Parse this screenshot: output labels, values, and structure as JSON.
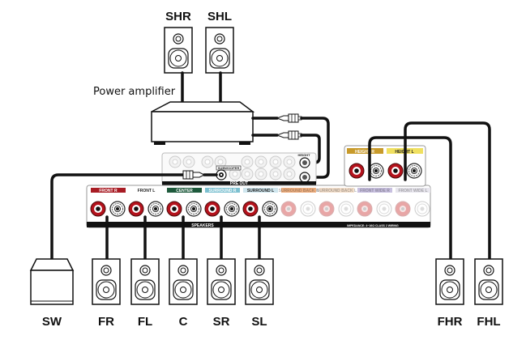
{
  "diagram": {
    "title_label": "Power amplifier",
    "speakers_top": [
      {
        "id": "SHR",
        "label": "SHR"
      },
      {
        "id": "SHL",
        "label": "SHL"
      }
    ],
    "speakers_bottom": [
      {
        "id": "SW",
        "label": "SW",
        "type": "subwoofer"
      },
      {
        "id": "FR",
        "label": "FR"
      },
      {
        "id": "FL",
        "label": "FL"
      },
      {
        "id": "C",
        "label": "C"
      },
      {
        "id": "SR",
        "label": "SR"
      },
      {
        "id": "SL",
        "label": "SL"
      },
      {
        "id": "FHR",
        "label": "FHR"
      },
      {
        "id": "FHL",
        "label": "FHL"
      }
    ],
    "receiver": {
      "preout_label": "PRE OUT",
      "subwoofer_label": "SUBWOOFER",
      "height_preout_label": "HEIGHT",
      "speakers_label": "SPEAKERS",
      "impedance_label": "IMPEDANCE: 4~16Ω  CLASS 2 WIRING",
      "terminal_groups": [
        {
          "label": "FRONT R",
          "color": "#a81c24",
          "active": true
        },
        {
          "label": "FRONT L",
          "color": "#ffffff",
          "active": true
        },
        {
          "label": "CENTER",
          "color": "#1e5a3c",
          "active": true
        },
        {
          "label": "SURROUND R",
          "color": "#7cc0d0",
          "active": true
        },
        {
          "label": "SURROUND L",
          "color": "#cfe6ee",
          "active": true
        },
        {
          "label": "SURROUND BACK R",
          "color": "#f0b080",
          "active": false
        },
        {
          "label": "SURROUND BACK L",
          "color": "#f5e0cc",
          "active": false
        },
        {
          "label": "FRONT WIDE R",
          "color": "#c8c0e0",
          "active": false
        },
        {
          "label": "FRONT WIDE L",
          "color": "#e8e6ee",
          "active": false
        }
      ],
      "height_groups": [
        {
          "label": "HEIGHT R",
          "color": "#c89a2a"
        },
        {
          "label": "HEIGHT L",
          "color": "#f0e060"
        }
      ]
    }
  }
}
